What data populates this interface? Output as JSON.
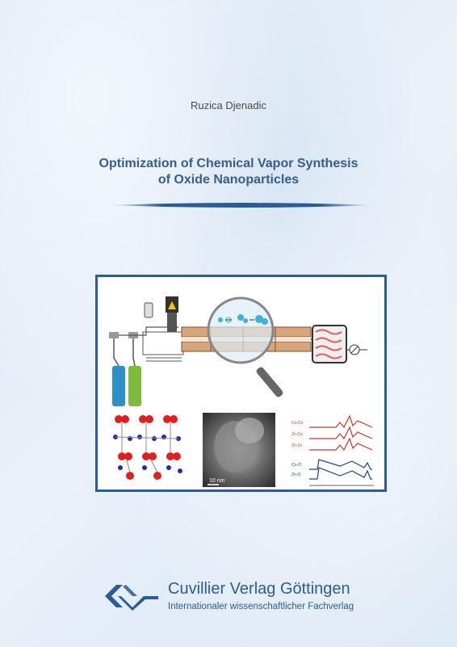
{
  "cover": {
    "author": "Ruzica Djenadic",
    "title_line1": "Optimization of Chemical Vapor Synthesis",
    "title_line2": "of Oxide Nanoparticles"
  },
  "figure": {
    "scale_bar_label": "10 nm",
    "spectra_labels": [
      "Co-Co",
      "Zn-Co",
      "Zn-Zn",
      "Co-O",
      "Zn-O"
    ]
  },
  "publisher": {
    "name": "Cuvillier Verlag Göttingen",
    "tagline": "Internationaler wissenschaftlicher Fachverlag"
  },
  "colors": {
    "accent_blue": "#2b5c96",
    "title_blue": "#355e8c",
    "spectrum_red": "#c0392b",
    "spectrum_blue": "#1f3d9c"
  }
}
